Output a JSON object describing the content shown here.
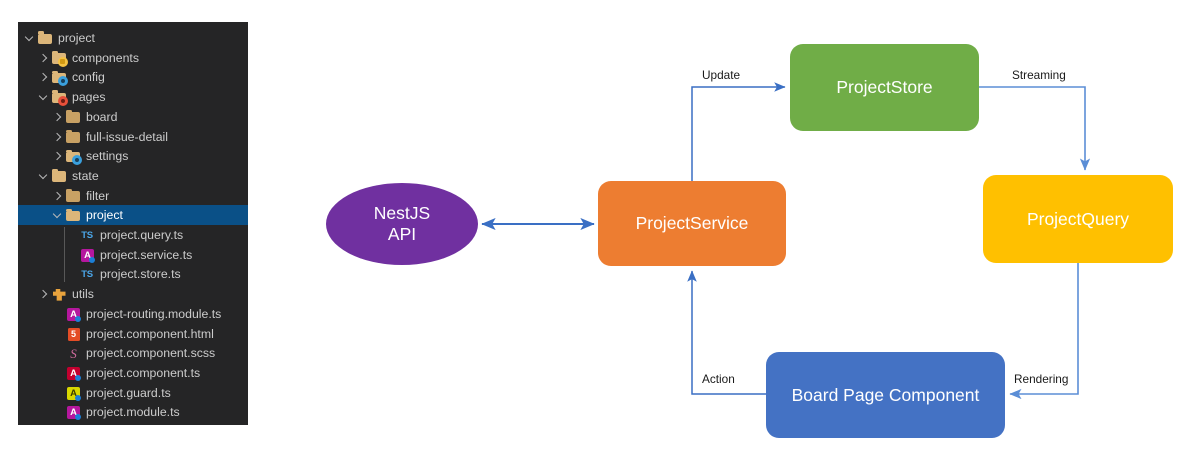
{
  "explorer": {
    "background": "#252526",
    "selection_color": "#0a5087",
    "items": [
      {
        "label": "project",
        "depth": 0,
        "arrow": "chevron-down",
        "icon": "folder",
        "icon_variant": "plain",
        "selected": false
      },
      {
        "label": "components",
        "depth": 1,
        "arrow": "chevron-right",
        "icon": "folder",
        "icon_variant": "yellow-badge",
        "selected": false
      },
      {
        "label": "config",
        "depth": 1,
        "arrow": "chevron-right",
        "icon": "folder",
        "icon_variant": "gear-badge",
        "selected": false
      },
      {
        "label": "pages",
        "depth": 1,
        "arrow": "chevron-down",
        "icon": "folder",
        "icon_variant": "red-badge",
        "selected": false
      },
      {
        "label": "board",
        "depth": 2,
        "arrow": "chevron-right",
        "icon": "folder",
        "icon_variant": "plain-dim",
        "selected": false
      },
      {
        "label": "full-issue-detail",
        "depth": 2,
        "arrow": "chevron-right",
        "icon": "folder",
        "icon_variant": "plain-dim",
        "selected": false
      },
      {
        "label": "settings",
        "depth": 2,
        "arrow": "chevron-right",
        "icon": "folder",
        "icon_variant": "gear-badge",
        "selected": false
      },
      {
        "label": "state",
        "depth": 1,
        "arrow": "chevron-down",
        "icon": "folder",
        "icon_variant": "plain",
        "selected": false
      },
      {
        "label": "filter",
        "depth": 2,
        "arrow": "chevron-right",
        "icon": "folder",
        "icon_variant": "plain-dim",
        "selected": false
      },
      {
        "label": "project",
        "depth": 2,
        "arrow": "chevron-down",
        "icon": "folder",
        "icon_variant": "plain",
        "selected": true
      },
      {
        "label": "project.query.ts",
        "depth": 3,
        "arrow": "none",
        "icon": "typescript-file",
        "icon_variant": "ts",
        "selected": false
      },
      {
        "label": "project.service.ts",
        "depth": 3,
        "arrow": "none",
        "icon": "angular-file",
        "icon_variant": "ng-magenta",
        "selected": false
      },
      {
        "label": "project.store.ts",
        "depth": 3,
        "arrow": "none",
        "icon": "typescript-file",
        "icon_variant": "ts",
        "selected": false
      },
      {
        "label": "utils",
        "depth": 1,
        "arrow": "chevron-right",
        "icon": "puzzle-folder",
        "icon_variant": "puzzle",
        "selected": false
      },
      {
        "label": "project-routing.module.ts",
        "depth": 2,
        "arrow": "none",
        "icon": "angular-file",
        "icon_variant": "ng-magenta",
        "selected": false
      },
      {
        "label": "project.component.html",
        "depth": 2,
        "arrow": "none",
        "icon": "html5-file",
        "icon_variant": "html",
        "selected": false
      },
      {
        "label": "project.component.scss",
        "depth": 2,
        "arrow": "none",
        "icon": "sass-file",
        "icon_variant": "scss",
        "selected": false
      },
      {
        "label": "project.component.ts",
        "depth": 2,
        "arrow": "none",
        "icon": "angular-file",
        "icon_variant": "ng-red",
        "selected": false
      },
      {
        "label": "project.guard.ts",
        "depth": 2,
        "arrow": "none",
        "icon": "angular-file",
        "icon_variant": "ng-yellow",
        "selected": false
      },
      {
        "label": "project.module.ts",
        "depth": 2,
        "arrow": "none",
        "icon": "angular-file",
        "icon_variant": "ng-magenta",
        "selected": false
      }
    ],
    "ts_icon_text": "TS",
    "ng_icon_text": "A",
    "html_icon_text": "5",
    "scss_icon_text": "S"
  },
  "diagram": {
    "edge_color": "#5b8ed6",
    "nodes": [
      {
        "id": "nestjs",
        "label": "NestJS\nAPI",
        "line1": "NestJS",
        "line2": "API",
        "shape": "ellipse",
        "color": "#7030A0"
      },
      {
        "id": "projectservice",
        "label": "ProjectService",
        "shape": "rounded-rect",
        "color": "#ED7D31"
      },
      {
        "id": "projectstore",
        "label": "ProjectStore",
        "shape": "rounded-rect",
        "color": "#70AD47"
      },
      {
        "id": "projectquery",
        "label": "ProjectQuery",
        "shape": "rounded-rect",
        "color": "#FFC000"
      },
      {
        "id": "boardpage",
        "label": "Board Page Component",
        "shape": "rounded-rect",
        "color": "#4472C4"
      }
    ],
    "edges": [
      {
        "from": "nestjs",
        "to": "projectservice",
        "label": "",
        "direction": "both"
      },
      {
        "from": "projectservice",
        "to": "projectstore",
        "label": "Update",
        "direction": "forward"
      },
      {
        "from": "projectstore",
        "to": "projectquery",
        "label": "Streaming",
        "direction": "forward"
      },
      {
        "from": "projectquery",
        "to": "boardpage",
        "label": "Rendering",
        "direction": "forward"
      },
      {
        "from": "boardpage",
        "to": "projectservice",
        "label": "Action",
        "direction": "forward"
      }
    ]
  }
}
